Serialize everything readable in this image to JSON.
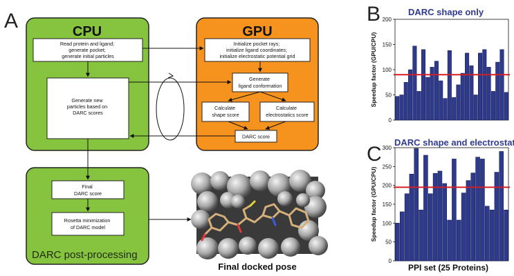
{
  "panels": {
    "a": "A",
    "b": "B",
    "c": "C"
  },
  "colors": {
    "cpu_green": "#86c440",
    "gpu_orange": "#f6931f",
    "bar_fill": "#2e3a8c",
    "mean_line": "#d21f26",
    "title_blue": "#2f3a8f"
  },
  "flowchart": {
    "cpu_title": "CPU",
    "gpu_title": "GPU",
    "cpu_init": [
      "Read protein and ligand;",
      "generate pocket;",
      "generate initial particles"
    ],
    "gpu_init": [
      "Initialize pocket rays;",
      "initialize ligand coordinates;",
      "initialize electrostatic potential grid"
    ],
    "generate_particles": [
      "Generate new",
      "particles based on",
      "DARC scores"
    ],
    "ligand_conf": [
      "Generate",
      "ligand conformation"
    ],
    "shape_score": [
      "Calculate",
      "shape score"
    ],
    "elec_score": [
      "Calculate",
      "electrostatics score"
    ],
    "darc_score": "DARC score",
    "final_score": [
      "Final",
      "DARC score"
    ],
    "rosetta": [
      "Rosetta minimization",
      "of DARC model"
    ],
    "post_title": "DARC post-processing",
    "pose_caption": "Final docked pose"
  },
  "chart_data": [
    {
      "type": "bar",
      "title": "DARC shape only",
      "ylabel": "Speedup factor (GPU/CPU)",
      "ylim": [
        0,
        200
      ],
      "yticks": [
        0,
        50,
        100,
        150,
        200
      ],
      "mean_line": 90,
      "values": [
        47,
        50,
        75,
        100,
        147,
        57,
        140,
        85,
        105,
        117,
        78,
        43,
        138,
        45,
        70,
        93,
        133,
        108,
        50,
        133,
        140,
        105,
        57,
        115,
        140,
        55
      ]
    },
    {
      "type": "bar",
      "title": "DARC shape and electrostatics",
      "ylabel": "Speedup factor (GPU/CPU)",
      "xlabel": "PPI set (25 Proteins)",
      "ylim": [
        0,
        300
      ],
      "yticks": [
        0,
        50,
        100,
        150,
        200,
        250,
        300
      ],
      "mean_line": 195,
      "values": [
        100,
        130,
        178,
        230,
        298,
        135,
        280,
        178,
        232,
        238,
        205,
        108,
        270,
        108,
        180,
        213,
        233,
        275,
        270,
        145,
        135,
        235,
        290,
        135
      ]
    }
  ]
}
